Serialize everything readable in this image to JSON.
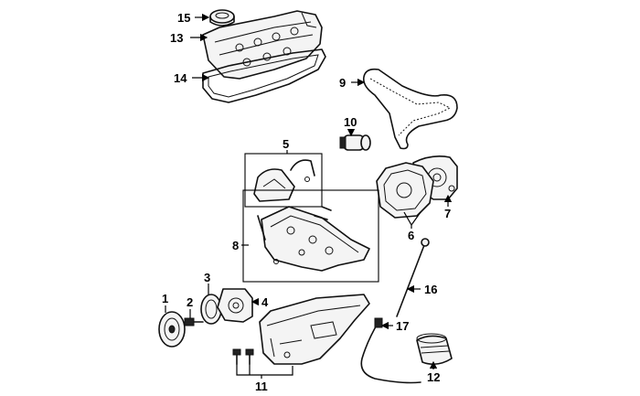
{
  "diagram": {
    "callouts": [
      {
        "id": "c1",
        "text": "1"
      },
      {
        "id": "c2",
        "text": "2"
      },
      {
        "id": "c3",
        "text": "3"
      },
      {
        "id": "c4",
        "text": "4"
      },
      {
        "id": "c5",
        "text": "5"
      },
      {
        "id": "c6",
        "text": "6"
      },
      {
        "id": "c7",
        "text": "7"
      },
      {
        "id": "c8",
        "text": "8"
      },
      {
        "id": "c9",
        "text": "9"
      },
      {
        "id": "c10",
        "text": "10"
      },
      {
        "id": "c11",
        "text": "11"
      },
      {
        "id": "c12",
        "text": "12"
      },
      {
        "id": "c13",
        "text": "13"
      },
      {
        "id": "c14",
        "text": "14"
      },
      {
        "id": "c15",
        "text": "15"
      },
      {
        "id": "c16",
        "text": "16"
      },
      {
        "id": "c17",
        "text": "17"
      }
    ],
    "line_color": "#111111",
    "background": "#ffffff"
  }
}
